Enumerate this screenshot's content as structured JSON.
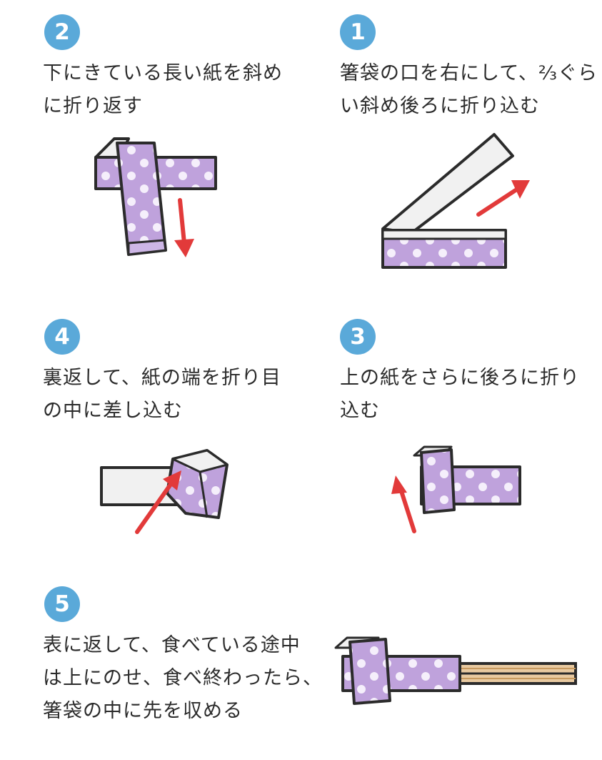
{
  "steps": [
    {
      "number": "1",
      "text": "箸袋の口を右にして、⅔ぐら\nい斜め後ろに折り込む"
    },
    {
      "number": "2",
      "text": "下にきている長い紙を斜め\nに折り返す"
    },
    {
      "number": "3",
      "text": "上の紙をさらに後ろに折り\n込む"
    },
    {
      "number": "4",
      "text": "裏返して、紙の端を折り目\nの中に差し込む"
    },
    {
      "number": "5",
      "text": "表に返して、食べている途中\nは上にのせ、食べ終わったら、\n箸袋の中に先を収める"
    }
  ],
  "colors": {
    "badge": "#5aa9d9",
    "paper_purple": "#bfa2dc",
    "paper_white": "#f1f1f1",
    "arrow_red": "#e23a3a",
    "outline": "#2b2b2b",
    "chopstick": "#e8c9a0"
  }
}
